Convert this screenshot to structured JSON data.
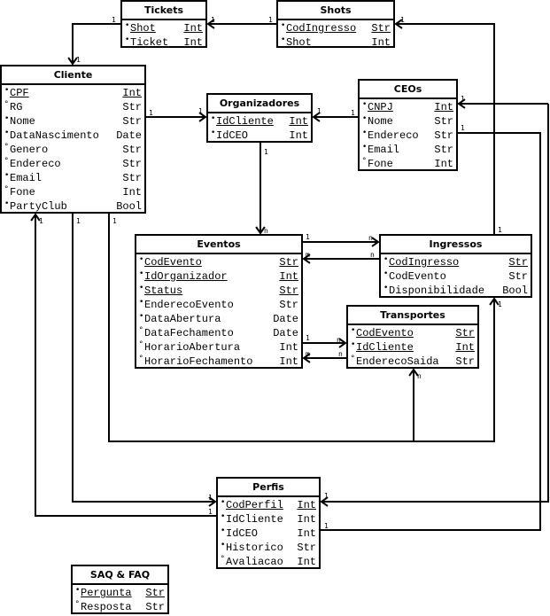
{
  "diagram": {
    "type": "entity-relationship",
    "colors": {
      "line": "#000000",
      "background": "#ffffff"
    },
    "legend": {
      "required_marker": "•",
      "optional_marker": "°"
    },
    "entities": {
      "tickets": {
        "title": "Tickets",
        "attrs": [
          {
            "name": "Shot",
            "type": "Int",
            "key": true,
            "mark": "•"
          },
          {
            "name": "Ticket",
            "type": "Int",
            "key": true,
            "mark": "•"
          }
        ]
      },
      "shots": {
        "title": "Shots",
        "attrs": [
          {
            "name": "CodIngresso",
            "type": "Str",
            "key": true,
            "mark": "•"
          },
          {
            "name": "Shot",
            "type": "Int",
            "key": false,
            "mark": "•"
          }
        ]
      },
      "cliente": {
        "title": "Cliente",
        "attrs": [
          {
            "name": "CPF",
            "type": "Int",
            "key": true,
            "mark": "•"
          },
          {
            "name": "RG",
            "type": "Str",
            "key": false,
            "mark": "°"
          },
          {
            "name": "Nome",
            "type": "Str",
            "key": false,
            "mark": "•"
          },
          {
            "name": "DataNascimento",
            "type": "Date",
            "key": false,
            "mark": "•"
          },
          {
            "name": "Genero",
            "type": "Str",
            "key": false,
            "mark": "°"
          },
          {
            "name": "Endereco",
            "type": "Str",
            "key": false,
            "mark": "°"
          },
          {
            "name": "Email",
            "type": "Str",
            "key": false,
            "mark": "•"
          },
          {
            "name": "Fone",
            "type": "Int",
            "key": false,
            "mark": "°"
          },
          {
            "name": "PartyClub",
            "type": "Bool",
            "key": false,
            "mark": "•"
          }
        ]
      },
      "organizadores": {
        "title": "Organizadores",
        "attrs": [
          {
            "name": "IdCliente",
            "type": "Int",
            "key": true,
            "mark": "•"
          },
          {
            "name": "IdCEO",
            "type": "Int",
            "key": false,
            "mark": "•"
          }
        ]
      },
      "ceos": {
        "title": "CEOs",
        "attrs": [
          {
            "name": "CNPJ",
            "type": "Int",
            "key": true,
            "mark": "•"
          },
          {
            "name": "Nome",
            "type": "Str",
            "key": false,
            "mark": "•"
          },
          {
            "name": "Endereco",
            "type": "Str",
            "key": false,
            "mark": "•"
          },
          {
            "name": "Email",
            "type": "Str",
            "key": false,
            "mark": "•"
          },
          {
            "name": "Fone",
            "type": "Int",
            "key": false,
            "mark": "°"
          }
        ]
      },
      "eventos": {
        "title": "Eventos",
        "attrs": [
          {
            "name": "CodEvento",
            "type": "Str",
            "key": true,
            "mark": "•"
          },
          {
            "name": "IdOrganizador",
            "type": "Int",
            "key": true,
            "mark": "•"
          },
          {
            "name": "Status",
            "type": "Str",
            "key": true,
            "mark": "•"
          },
          {
            "name": "EnderecoEvento",
            "type": "Str",
            "key": false,
            "mark": "•"
          },
          {
            "name": "DataAbertura",
            "type": "Date",
            "key": false,
            "mark": "•"
          },
          {
            "name": "DataFechamento",
            "type": "Date",
            "key": false,
            "mark": "°"
          },
          {
            "name": "HorarioAbertura",
            "type": "Int",
            "key": false,
            "mark": "°"
          },
          {
            "name": "HorarioFechamento",
            "type": "Int",
            "key": false,
            "mark": "°"
          }
        ]
      },
      "ingressos": {
        "title": "Ingressos",
        "attrs": [
          {
            "name": "CodIngresso",
            "type": "Str",
            "key": true,
            "mark": "•"
          },
          {
            "name": "CodEvento",
            "type": "Str",
            "key": false,
            "mark": "•"
          },
          {
            "name": "Disponibilidade",
            "type": "Bool",
            "key": false,
            "mark": "•"
          }
        ]
      },
      "transportes": {
        "title": "Transportes",
        "attrs": [
          {
            "name": "CodEvento",
            "type": "Str",
            "key": true,
            "mark": "•"
          },
          {
            "name": "IdCliente",
            "type": "Int",
            "key": true,
            "mark": "•"
          },
          {
            "name": "EnderecoSaida",
            "type": "Str",
            "key": false,
            "mark": "°"
          }
        ]
      },
      "perfis": {
        "title": "Perfis",
        "attrs": [
          {
            "name": "CodPerfil",
            "type": "Int",
            "key": true,
            "mark": "•"
          },
          {
            "name": "IdCliente",
            "type": "Int",
            "key": false,
            "mark": "•"
          },
          {
            "name": "IdCEO",
            "type": "Int",
            "key": false,
            "mark": "•"
          },
          {
            "name": "Historico",
            "type": "Str",
            "key": false,
            "mark": "•"
          },
          {
            "name": "Avaliacao",
            "type": "Int",
            "key": false,
            "mark": "°"
          }
        ]
      },
      "saq": {
        "title": "SAQ & FAQ",
        "attrs": [
          {
            "name": "Pergunta",
            "type": "Str",
            "key": true,
            "mark": "•"
          },
          {
            "name": "Resposta",
            "type": "Str",
            "key": false,
            "mark": "°"
          }
        ]
      }
    },
    "relationships": [
      {
        "from": "Tickets",
        "to": "Cliente",
        "cardinality": [
          "1",
          "1"
        ]
      },
      {
        "from": "Shots",
        "to": "Tickets",
        "cardinality": [
          "1",
          "1"
        ]
      },
      {
        "from": "Ingressos",
        "to": "Shots",
        "cardinality": [
          "1",
          "1"
        ]
      },
      {
        "from": "Cliente",
        "to": "Organizadores",
        "cardinality": [
          "1",
          "1"
        ]
      },
      {
        "from": "CEOs",
        "to": "Organizadores",
        "cardinality": [
          "1",
          "1"
        ]
      },
      {
        "from": "Organizadores",
        "to": "Eventos",
        "cardinality": [
          "1",
          "n"
        ]
      },
      {
        "from": "Eventos",
        "to": "Ingressos",
        "cardinality": [
          "1",
          "n"
        ]
      },
      {
        "from": "Ingressos",
        "to": "Eventos",
        "cardinality": [
          "n",
          "m"
        ]
      },
      {
        "from": "Eventos",
        "to": "Transportes",
        "cardinality": [
          "1",
          "n"
        ]
      },
      {
        "from": "Transportes",
        "to": "Eventos",
        "cardinality": [
          "n",
          "m"
        ]
      },
      {
        "from": "Cliente",
        "to": "Ingressos",
        "cardinality": [
          "1",
          "1"
        ]
      },
      {
        "from": "Cliente",
        "to": "Transportes",
        "cardinality": [
          "1",
          "n"
        ]
      },
      {
        "from": "Cliente",
        "to": "Perfis",
        "cardinality": [
          "1",
          "1"
        ]
      },
      {
        "from": "Perfis",
        "to": "Cliente",
        "cardinality": [
          "1",
          "1"
        ]
      },
      {
        "from": "CEOs",
        "to": "Perfis",
        "cardinality": [
          "1",
          "1"
        ]
      },
      {
        "from": "Perfis",
        "to": "CEOs",
        "cardinality": [
          "1",
          "1"
        ]
      }
    ],
    "labels": {
      "one": "1",
      "n": "n",
      "m": "m"
    }
  }
}
